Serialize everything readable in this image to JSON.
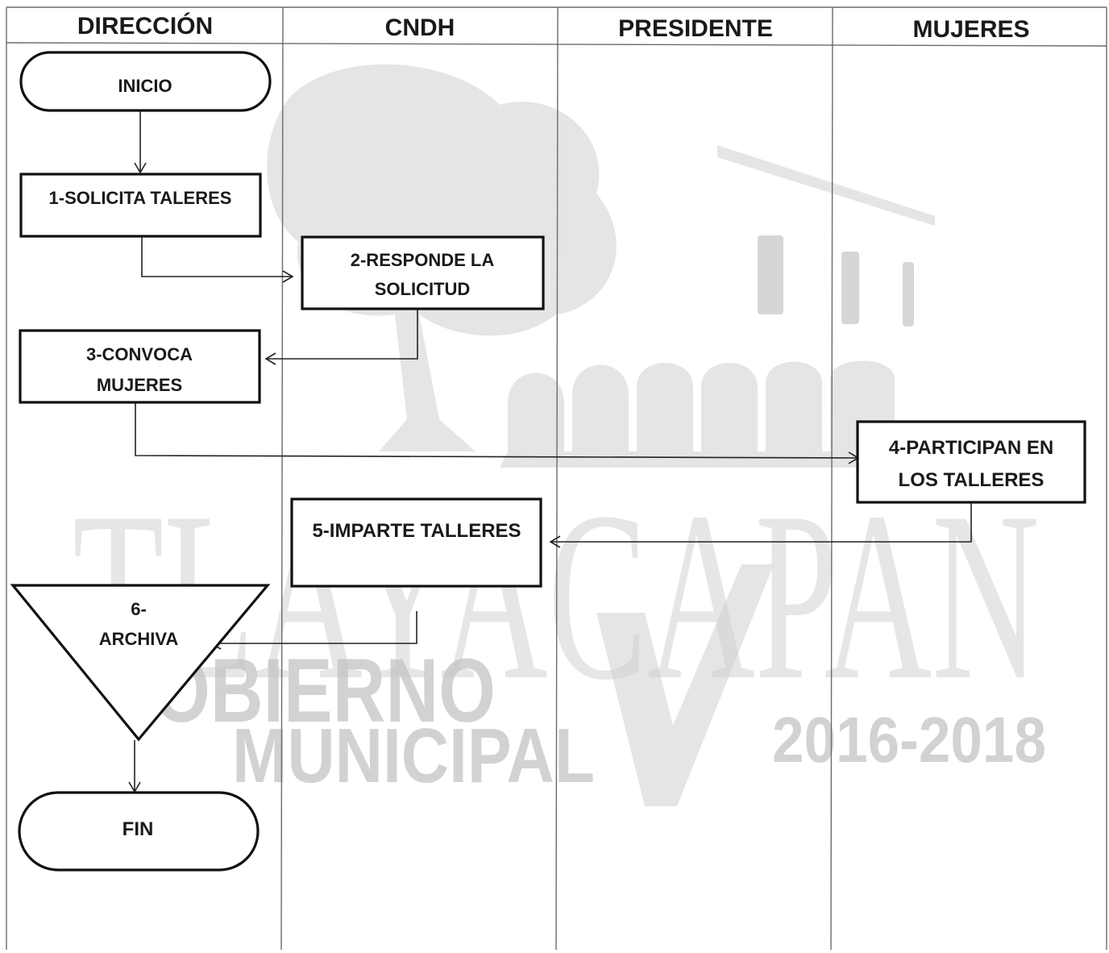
{
  "lanes": [
    "DIRECCIÓN",
    "CNDH",
    "PRESIDENTE",
    "MUJERES"
  ],
  "nodes": {
    "inicio": [
      "INICIO"
    ],
    "step1": [
      "1-SOLICITA TALERES"
    ],
    "step2": [
      "2-RESPONDE LA",
      "SOLICITUD"
    ],
    "step3": [
      "3-CONVOCA",
      "MUJERES"
    ],
    "step4": [
      "4-PARTICIPAN EN",
      "LOS TALLERES"
    ],
    "step5": [
      "5-IMPARTE TALLERES"
    ],
    "step6": [
      "6-",
      "ARCHIVA"
    ],
    "fin": [
      "FIN"
    ]
  },
  "watermark": {
    "town": "TLAYACAPAN",
    "line1": "OBIERNO",
    "line2": "MUNICIPAL",
    "years": "2016-2018"
  },
  "colors": {
    "line": "#111111",
    "grid": "#6b6b6b",
    "watermark": "#c4c4c4"
  }
}
